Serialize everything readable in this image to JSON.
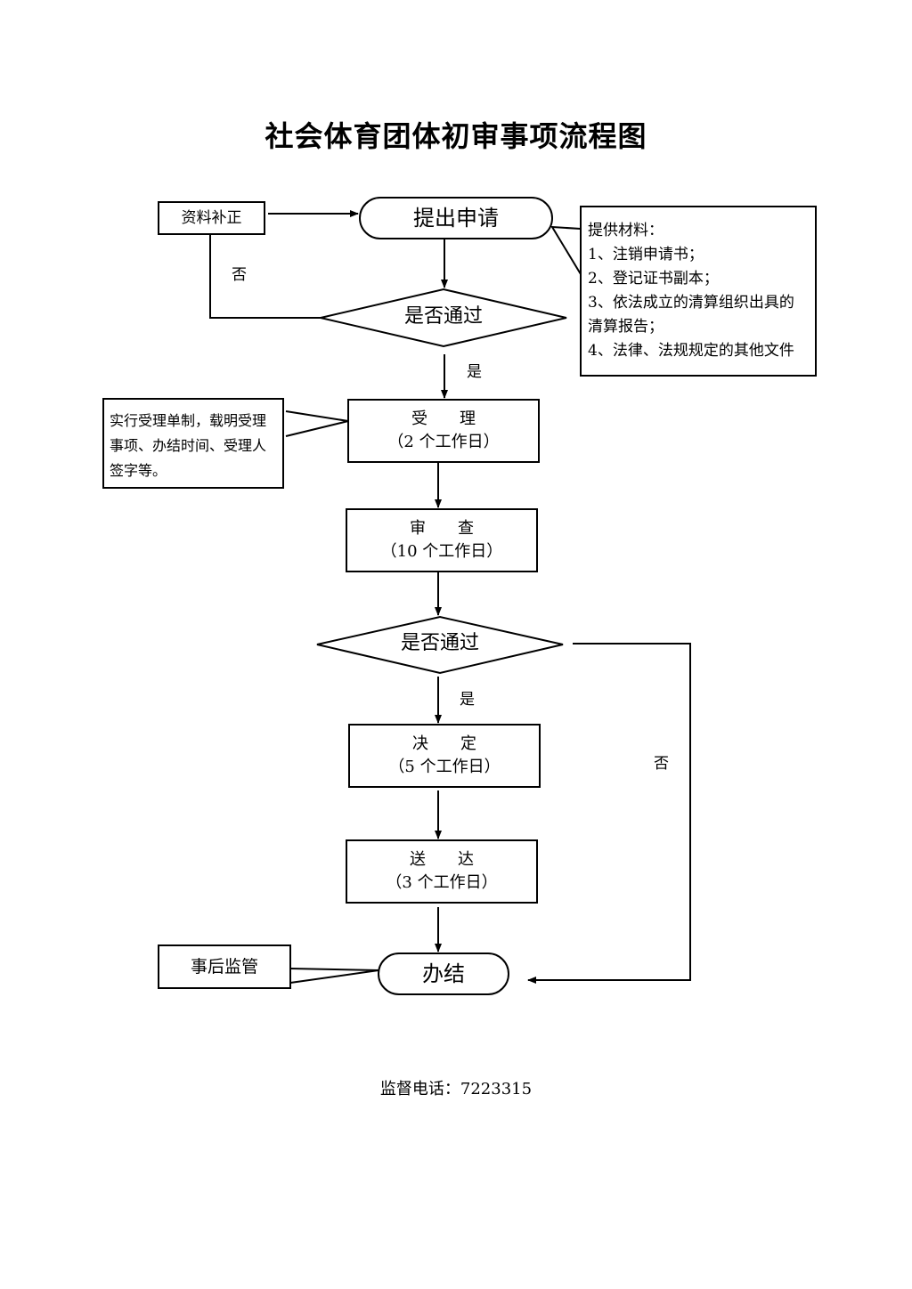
{
  "title": "社会体育团体初审事项流程图",
  "nodes": {
    "supplement": "资料补正",
    "apply": "提出申请",
    "check1": "是否通过",
    "accept": {
      "name": "受　　理",
      "days": "（2 个工作日）"
    },
    "review": {
      "name": "审　　查",
      "days": "（10 个工作日）"
    },
    "check2": "是否通过",
    "decide": {
      "name": "决　　定",
      "days": "（5 个工作日）"
    },
    "deliver": {
      "name": "送　　达",
      "days": "（3 个工作日）"
    },
    "finish": "办结",
    "supervise": "事后监管"
  },
  "edge_labels": {
    "no1": "否",
    "yes1": "是",
    "yes2": "是",
    "no2": "否"
  },
  "materials_note": {
    "lines": [
      "提供材料：",
      "1、注销申请书；",
      "2、登记证书副本；",
      "3、依法成立的清算组织出具的",
      "清算报告；",
      "4、法律、法规规定的其他文件"
    ]
  },
  "accept_note": {
    "lines": [
      "实行受理单制，载明受理",
      "事项、办结时间、受理人",
      "签字等。"
    ]
  },
  "footer": "监督电话：7223315"
}
